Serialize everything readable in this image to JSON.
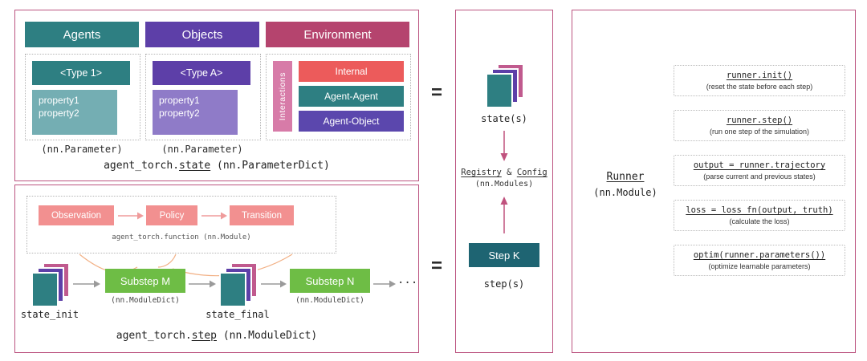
{
  "equals": "=",
  "state_box": {
    "title_prefix": "agent_torch.",
    "title_word": "state",
    "title_suffix": " (nn.ParameterDict)",
    "agents": {
      "header": "Agents",
      "type": "<Type 1>",
      "props": [
        "property1",
        "property2"
      ],
      "param": "(nn.Parameter)"
    },
    "objects": {
      "header": "Objects",
      "type": "<Type A>",
      "props": [
        "property1",
        "property2"
      ],
      "param": "(nn.Parameter)"
    },
    "environment": {
      "header": "Environment",
      "side_label": "Interactions",
      "items": [
        "Internal",
        "Agent-Agent",
        "Agent-Object"
      ]
    }
  },
  "step_box": {
    "flow": [
      "Observation",
      "Policy",
      "Transition"
    ],
    "function_label": "agent_torch.function (nn.Module)",
    "state_init_label": "state_init",
    "substep_m": "Substep M",
    "substep_n": "Substep N",
    "module_dict": "(nn.ModuleDict)",
    "state_final_label": "state_final",
    "ellipsis": "...",
    "title_prefix": "agent_torch.",
    "title_word": "step",
    "title_suffix": " (nn.ModuleDict)"
  },
  "middle": {
    "states_label": "state(s)",
    "registry": "Registry",
    "and": "&",
    "config": "Config",
    "modules_label": "(nn.Modules)",
    "step_k": "Step K",
    "steps_label": "step(s)"
  },
  "runner": {
    "name": "Runner",
    "module_label": "(nn.Module)",
    "methods": [
      {
        "code": "runner.init()",
        "desc": "(reset the state before each step)"
      },
      {
        "code": "runner.step()",
        "desc": "(run one step of the simulation)"
      },
      {
        "code": "output = runner.trajectory",
        "desc": "(parse current and previous states)"
      },
      {
        "code": "loss = loss_fn(output, truth)",
        "desc": "(calculate the loss)"
      },
      {
        "code": "optim(runner.parameters())",
        "desc": "(optimize learnable parameters)"
      }
    ]
  },
  "colors": {
    "teal": "#2e7f82",
    "teal_light": "#74aeb3",
    "purple": "#5d3fa8",
    "purple_light": "#8f7bc8",
    "crimson": "#b5446e",
    "pink_bar": "#d77ba8",
    "red": "#ec5b5b",
    "agent_object_purple": "#5b47ad",
    "green": "#6ebd45",
    "salmon": "#f29090",
    "dark_teal": "#1e6472",
    "outline_pink": "#bc5480",
    "arrow_crimson": "#c0527e"
  }
}
